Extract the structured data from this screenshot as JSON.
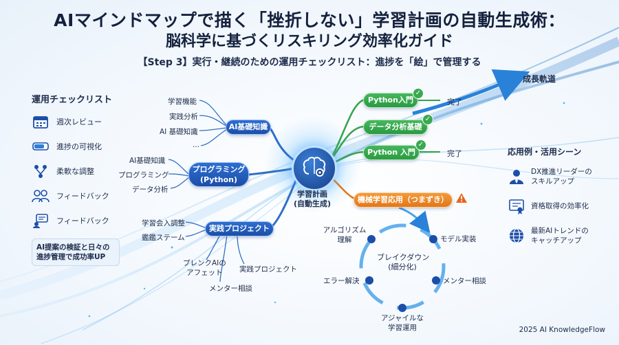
{
  "header": {
    "title_line1": "AIマインドマップで描く「挫折しない」学習計画の自動生成術：",
    "title_line2": "脳科学に基づくリスキリング効率化ガイド",
    "subtitle": "【Step 3】実行・継続のための運用チェックリスト：進捗を「絵」で管理する"
  },
  "checklist": {
    "title": "運用チェックリスト",
    "items": [
      {
        "label": "週次レビュー",
        "icon": "calendar-icon"
      },
      {
        "label": "進捗の可視化",
        "icon": "progress-bar-icon"
      },
      {
        "label": "柔軟な調整",
        "icon": "branch-icon"
      },
      {
        "label": "フィードバック",
        "icon": "people-icon"
      },
      {
        "label": "フィードバック",
        "icon": "chat-icon"
      }
    ],
    "note": "AI提案の検証と日々の進捗管理で成功率UP"
  },
  "center": {
    "label_line1": "学習計画",
    "label_line2": "(自動生成)",
    "icon": "brain-gear-icon"
  },
  "branches": {
    "ai_basics": {
      "label": "AI基礎知識",
      "leaves": [
        "学習機能",
        "実践分析",
        "AI 基礎知識",
        "..."
      ]
    },
    "programming": {
      "label_line1": "プログラミング",
      "label_line2": "(Python)",
      "leaves": [
        "AI基礎知識",
        "プログラミング",
        "データ分析"
      ]
    },
    "project": {
      "label": "実践プロジェクト",
      "leaves": [
        "学習会入調整",
        "鑑鑑ステーム",
        "プレンクAIの\nアフェット",
        "実践プロジェクト",
        "メンター相談"
      ]
    }
  },
  "progress": {
    "items": [
      {
        "label": "Python入門",
        "status": "完了"
      },
      {
        "label": "データ分析基礎",
        "status": ""
      },
      {
        "label": "Python 入門",
        "status": "完了"
      }
    ],
    "stuck": "機械学習応用（つまずき）",
    "growth": "成長軌道"
  },
  "cycle": {
    "center_line1": "ブレイクダウン",
    "center_line2": "(細分化)",
    "steps": [
      "アルゴリズム\n理解",
      "モデル実装",
      "メンター相談",
      "アジャイルな\n学習運用",
      "エラー解決"
    ]
  },
  "applications": {
    "title": "応用例・活用シーン",
    "items": [
      {
        "label": "DX推進リーダーの\nスキルアップ",
        "icon": "leader-icon"
      },
      {
        "label": "資格取得の効率化",
        "icon": "certificate-icon"
      },
      {
        "label": "最新AIトレンドの\nキャッチアップ",
        "icon": "globe-icon"
      }
    ]
  },
  "footer": "2025 AI KnowledgeFlow",
  "colors": {
    "navy": "#1b4ea8",
    "green": "#2b9a42",
    "orange": "#e2771a",
    "accent": "#2e7fd9"
  }
}
